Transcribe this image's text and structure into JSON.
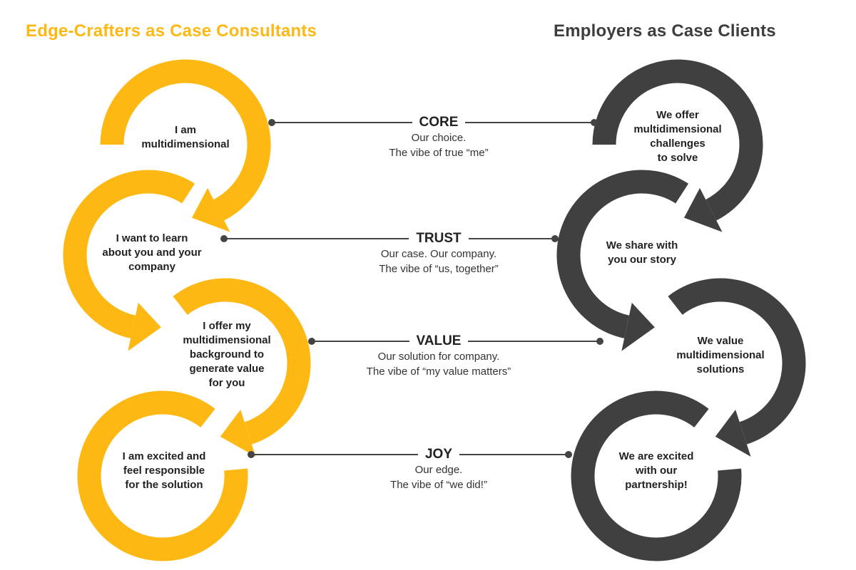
{
  "titles": {
    "left": "Edge-Crafters as Case Consultants",
    "right": "Employers as Case Clients"
  },
  "colors": {
    "left": "#FDB813",
    "right": "#404040",
    "connector": "#444444"
  },
  "left_circles": [
    {
      "lines": [
        "I am",
        "multidimensional"
      ]
    },
    {
      "lines": [
        "I want to learn",
        "about you and your",
        "company"
      ]
    },
    {
      "lines": [
        "I offer my",
        "multidimensional",
        "background to",
        "generate value",
        "for you"
      ]
    },
    {
      "lines": [
        "I am excited and",
        "feel responsible",
        "for the solution"
      ]
    }
  ],
  "right_circles": [
    {
      "lines": [
        "We offer",
        "multidimensional",
        "challenges",
        "to solve"
      ]
    },
    {
      "lines": [
        "We share with",
        "you our story"
      ]
    },
    {
      "lines": [
        "We value",
        "multidimensional",
        "solutions"
      ]
    },
    {
      "lines": [
        "We are excited",
        "with our",
        "partnership!"
      ]
    }
  ],
  "connectors": [
    {
      "head": "CORE",
      "sub": [
        "Our choice.",
        "The vibe of true “me”"
      ]
    },
    {
      "head": "TRUST",
      "sub": [
        "Our case. Our company.",
        "The vibe of “us, together”"
      ]
    },
    {
      "head": "VALUE",
      "sub": [
        "Our solution for company.",
        "The vibe of “my value matters”"
      ]
    },
    {
      "head": "JOY",
      "sub": [
        "Our edge.",
        "The vibe of “we did!”"
      ]
    }
  ]
}
